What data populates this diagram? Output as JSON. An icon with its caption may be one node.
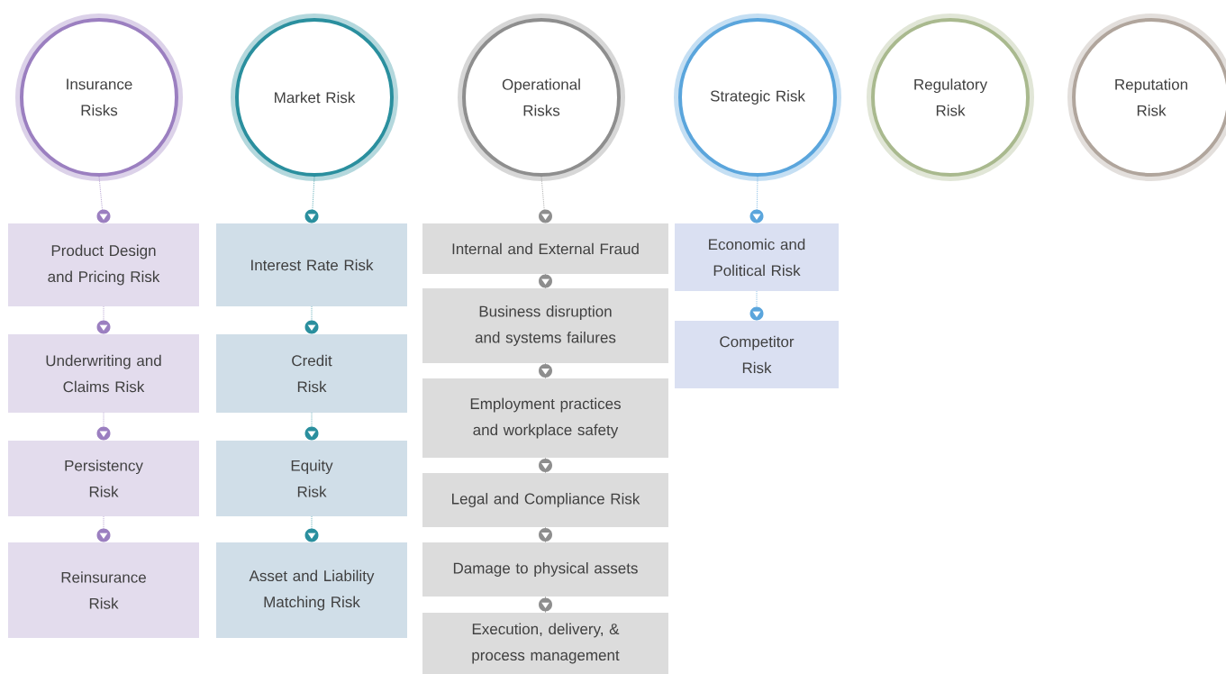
{
  "diagram": {
    "nodes": [
      {
        "text": [
          "Insurance Risks"
        ]
      },
      {
        "text": [
          "Market Risk"
        ]
      },
      {
        "text": [
          "Operational Risks"
        ]
      },
      {
        "text": [
          "Strategic Risk"
        ]
      },
      {
        "text": [
          "Regulatory Risk"
        ]
      },
      {
        "text": [
          "Reputation Risk"
        ]
      },
      {
        "text": [
          "Product Design and Pricing Risk"
        ]
      },
      {
        "text": [
          "Underwriting and Claims Risk"
        ]
      },
      {
        "text": [
          "Persistency Risk"
        ]
      },
      {
        "text": [
          "Reinsurance Risk"
        ]
      },
      {
        "text": [
          "Interest Rate Risk"
        ]
      },
      {
        "text": [
          "Credit Risk"
        ]
      },
      {
        "text": [
          "Equity Risk"
        ]
      },
      {
        "text": [
          "Asset and Liability Matching Risk"
        ]
      },
      {
        "text": [
          "Internal and External Fraud"
        ]
      },
      {
        "text": [
          "Business disruption and systems failures"
        ]
      },
      {
        "text": [
          "Employment practices and workplace safety"
        ]
      },
      {
        "text": [
          "Legal and Compliance Risk"
        ]
      },
      {
        "text": [
          "Damage to physical assets"
        ]
      },
      {
        "text": [
          "Execution, delivery, & process management"
        ]
      },
      {
        "text": [
          "Economic and Political Risk"
        ]
      },
      {
        "text": [
          "Competitor Risk"
        ]
      }
    ],
    "edges": [
      {
        "from": 0,
        "to": 6,
        "arrow": "to",
        "style": "dashed",
        "color": "#9b7fc0"
      },
      {
        "from": 6,
        "to": 7,
        "arrow": "to",
        "style": "dashed",
        "color": "#9b7fc0"
      },
      {
        "from": 7,
        "to": 8,
        "arrow": "to",
        "style": "dashed",
        "color": "#9b7fc0"
      },
      {
        "from": 8,
        "to": 9,
        "arrow": "to",
        "style": "dashed",
        "color": "#9b7fc0"
      },
      {
        "from": 1,
        "to": 10,
        "arrow": "to",
        "style": "dashed",
        "color": "#2a8f9e"
      },
      {
        "from": 10,
        "to": 11,
        "arrow": "to",
        "style": "dashed",
        "color": "#2a8f9e"
      },
      {
        "from": 11,
        "to": 12,
        "arrow": "to",
        "style": "dashed",
        "color": "#2a8f9e"
      },
      {
        "from": 12,
        "to": 13,
        "arrow": "to",
        "style": "dashed",
        "color": "#2a8f9e"
      },
      {
        "from": 2,
        "to": 14,
        "arrow": "to",
        "style": "dashed"
      },
      {
        "from": 14,
        "to": 15,
        "arrow": "to"
      },
      {
        "from": 15,
        "to": 16,
        "arrow": "to"
      },
      {
        "from": 16,
        "to": 17,
        "arrow": "to"
      },
      {
        "from": 17,
        "to": 18,
        "arrow": "to"
      },
      {
        "from": 18,
        "to": 19,
        "arrow": "to"
      },
      {
        "from": 3,
        "to": 20,
        "arrow": "to",
        "style": "dashed",
        "color": "#5aa5dc"
      },
      {
        "from": 20,
        "to": 21,
        "arrow": "to",
        "style": "dashed",
        "color": "#5aa5dc"
      }
    ]
  }
}
